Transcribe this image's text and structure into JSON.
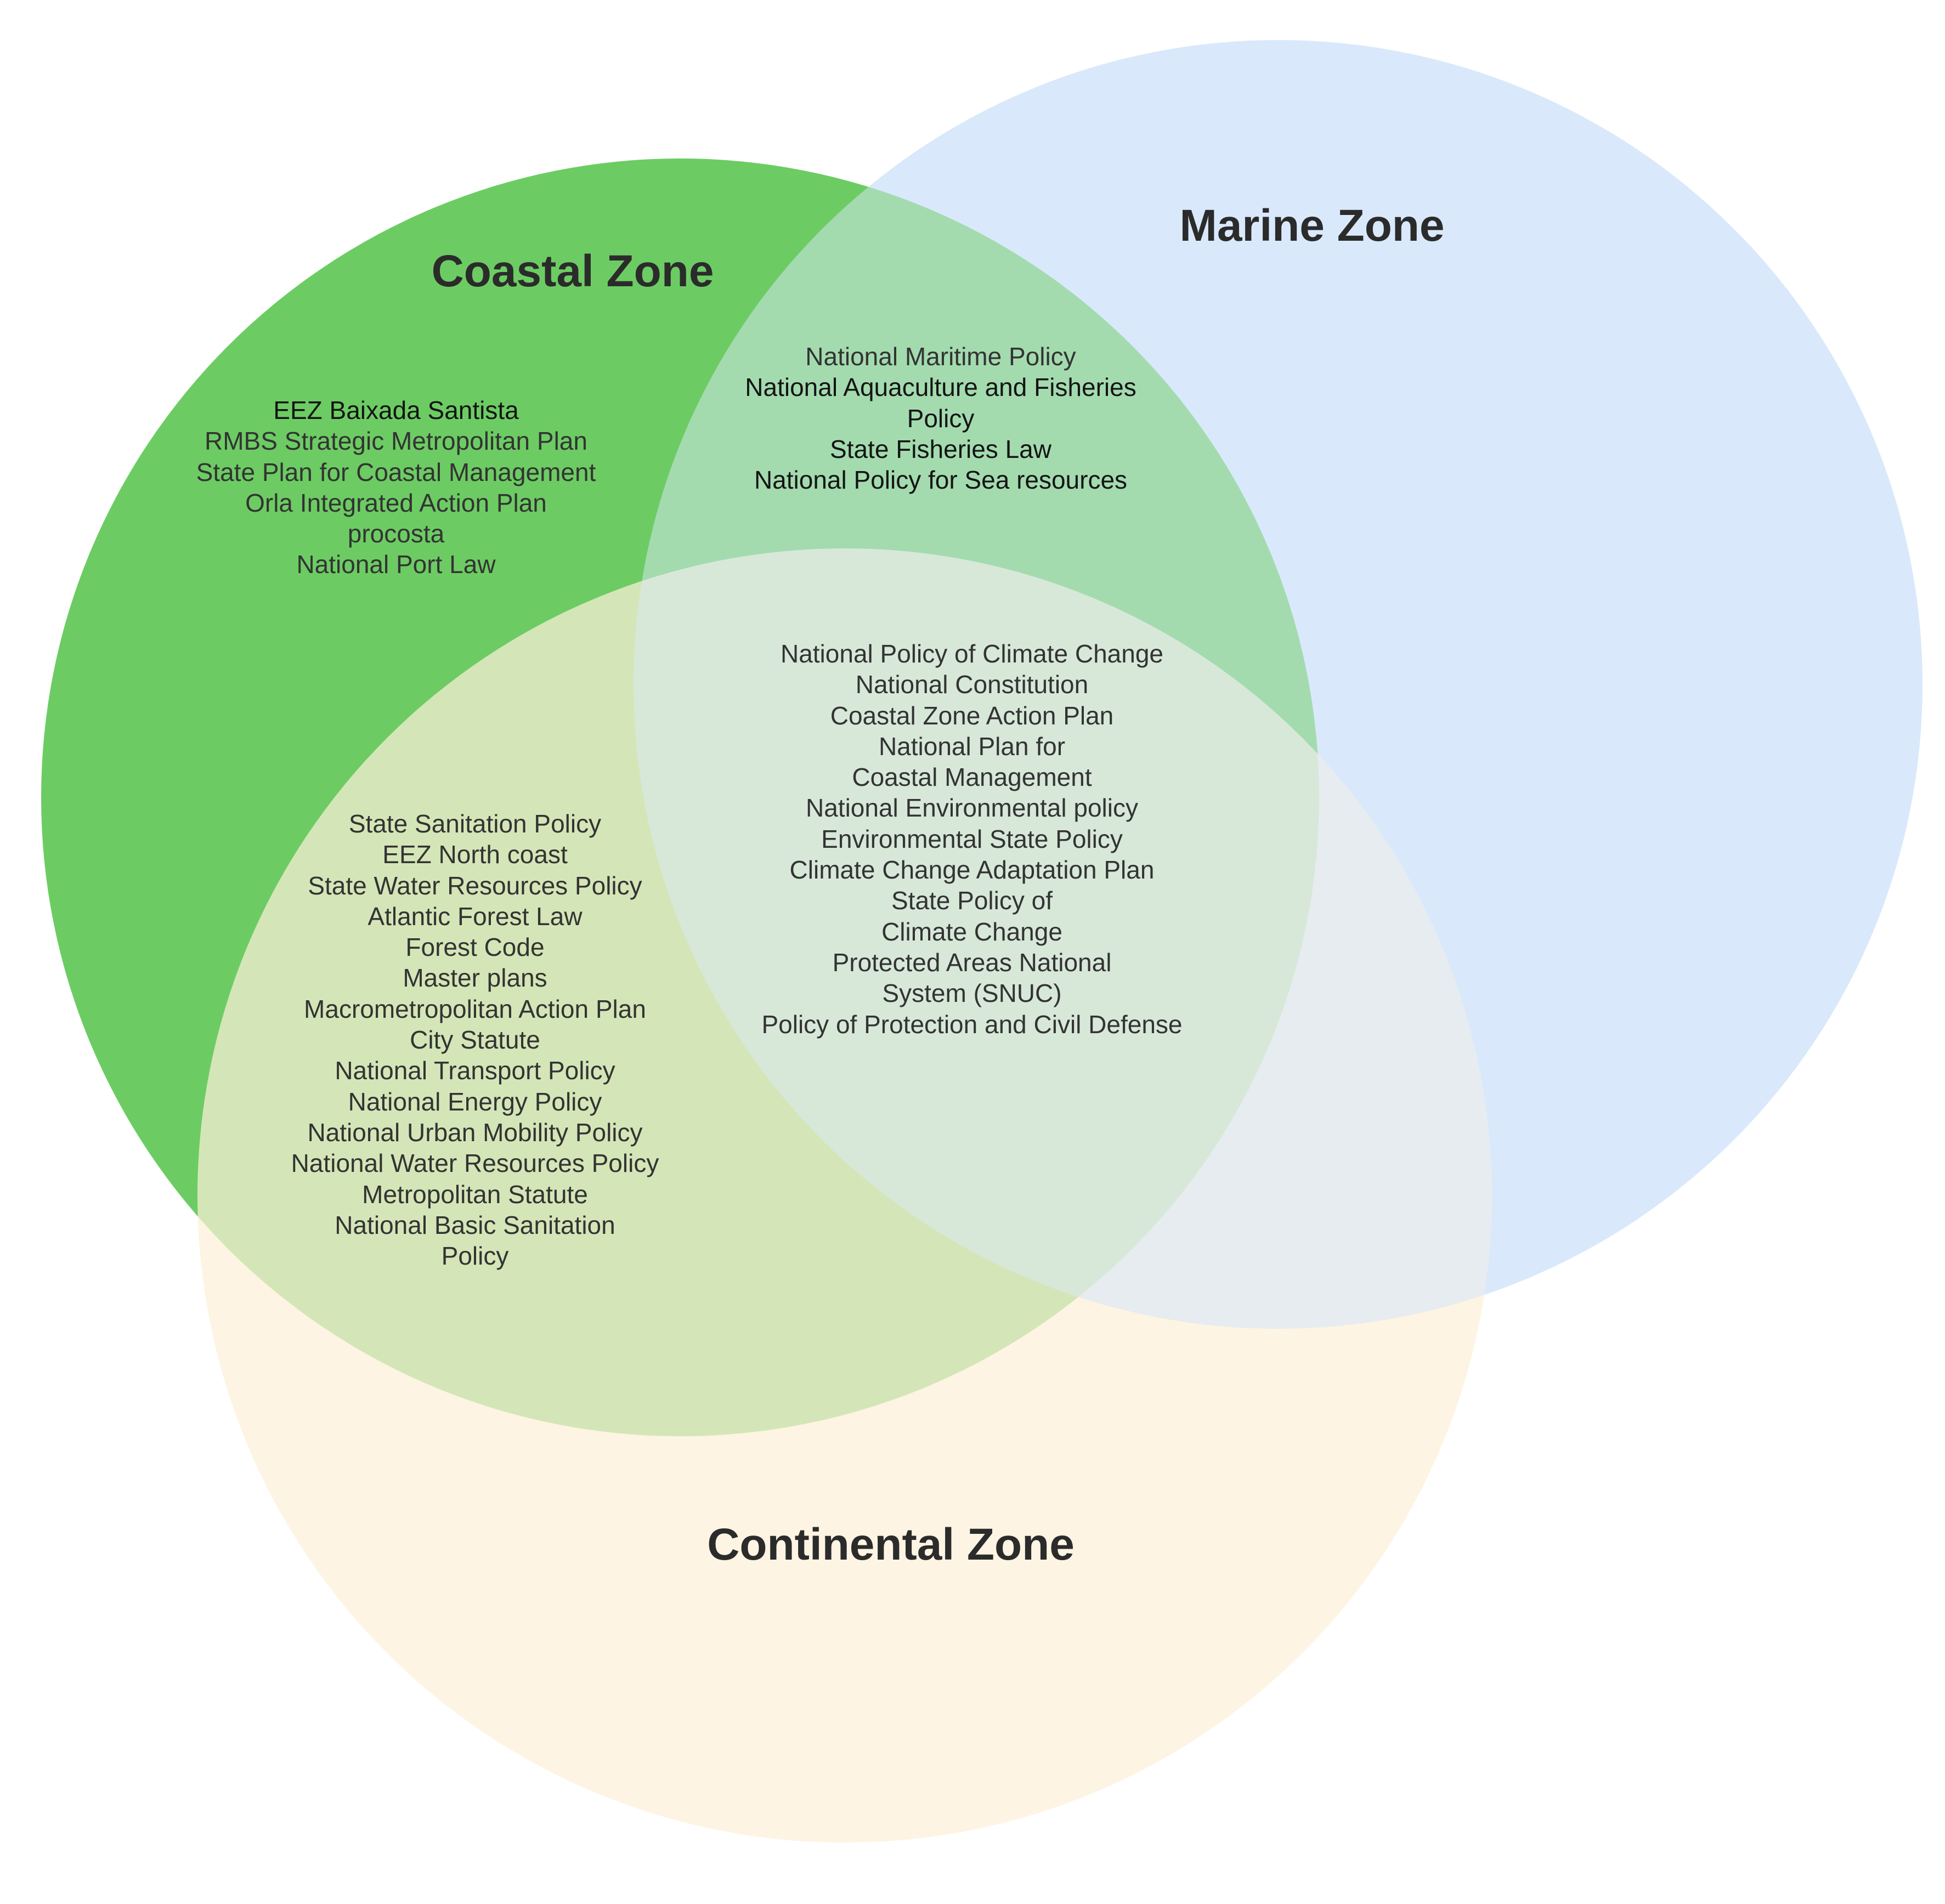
{
  "colors": {
    "coastal": "#6ccc63",
    "marine": "#d9e9fb",
    "continental": "#fcf0d8",
    "title_text": "#2b2b2b",
    "body_text": "#333333"
  },
  "zones": {
    "coastal": {
      "title": "Coastal Zone"
    },
    "marine": {
      "title": "Marine Zone"
    },
    "continental": {
      "title": "Continental Zone"
    }
  },
  "regions": {
    "coastal_only": [
      "EEZ Baixada Santista",
      "RMBS Strategic Metropolitan Plan",
      "State Plan for Coastal Management",
      "Orla Integrated Action Plan",
      "procosta",
      "National Port Law"
    ],
    "coastal_marine": [
      "National Maritime Policy",
      "National Aquaculture and Fisheries",
      "Policy",
      "State Fisheries Law",
      "National Policy for Sea resources"
    ],
    "all_zones": [
      "National Policy of  Climate Change",
      "National Constitution",
      "Coastal Zone Action Plan",
      "National Plan for",
      "Coastal Management",
      "National Environmental policy",
      "Environmental State Policy",
      "Climate Change  Adaptation Plan",
      "State Policy of",
      "Climate Change",
      "Protected Areas National",
      "System (SNUC)",
      "Policy of Protection and  Civil Defense"
    ],
    "coastal_continental": [
      "State Sanitation Policy",
      "EEZ North coast",
      "State Water Resources Policy",
      "Atlantic Forest Law",
      "Forest Code",
      "Master plans",
      "Macrometropolitan Action Plan",
      "City Statute",
      "National Transport Policy",
      "National Energy Policy",
      "National Urban Mobility Policy",
      "National Water Resources Policy",
      "Metropolitan Statute",
      "National Basic Sanitation",
      "Policy"
    ]
  }
}
